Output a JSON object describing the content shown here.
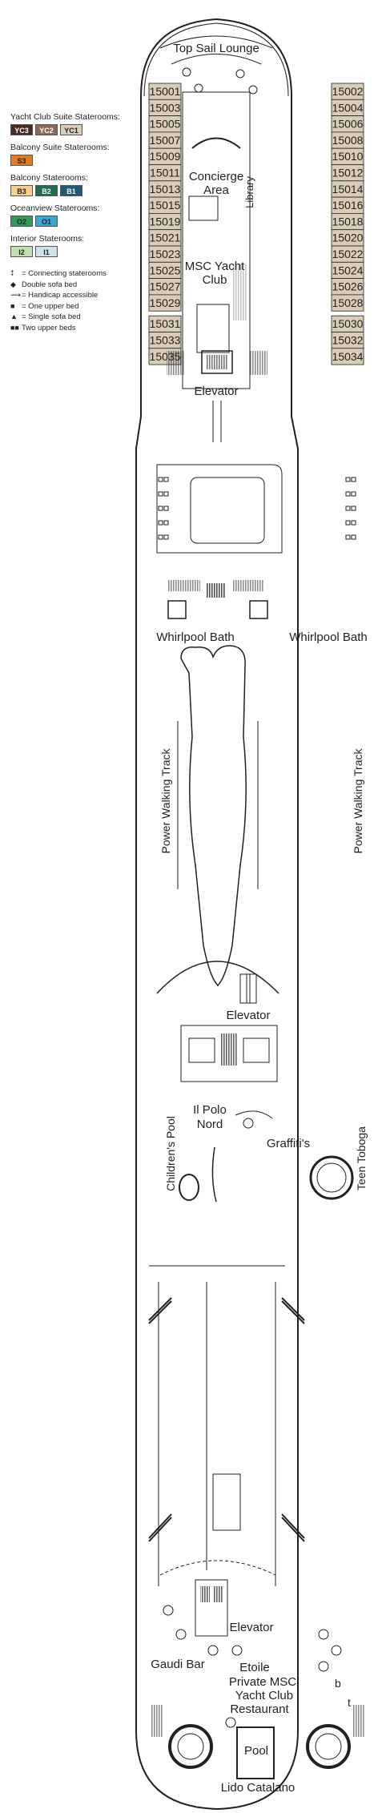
{
  "legend": {
    "groups": [
      {
        "title": "Yacht Club Suite Staterooms:",
        "chips": [
          {
            "label": "YC3",
            "bg": "#4a2a22",
            "fg": "#ffffff"
          },
          {
            "label": "YC2",
            "bg": "#8c6a58",
            "fg": "#ffffff"
          },
          {
            "label": "YC1",
            "bg": "#d9cdb8",
            "fg": "#231f20"
          }
        ]
      },
      {
        "title": "Balcony Suite Staterooms:",
        "chips": [
          {
            "label": "S3",
            "bg": "#e07d22",
            "fg": "#231f20"
          }
        ]
      },
      {
        "title": "Balcony Staterooms:",
        "chips": [
          {
            "label": "B3",
            "bg": "#f3cf8a",
            "fg": "#231f20"
          },
          {
            "label": "B2",
            "bg": "#1f6b58",
            "fg": "#ffffff"
          },
          {
            "label": "B1",
            "bg": "#1e5a73",
            "fg": "#ffffff"
          }
        ]
      },
      {
        "title": "Oceanview Staterooms:",
        "chips": [
          {
            "label": "O2",
            "bg": "#2e9c5a",
            "fg": "#231f20"
          },
          {
            "label": "O1",
            "bg": "#3aa7d6",
            "fg": "#231f20"
          }
        ]
      },
      {
        "title": "Interior Staterooms:",
        "chips": [
          {
            "label": "I2",
            "bg": "#bfe0b0",
            "fg": "#231f20"
          },
          {
            "label": "I1",
            "bg": "#cfe3ef",
            "fg": "#231f20"
          }
        ]
      }
    ],
    "symbols": [
      {
        "glyph": "⭥",
        "label": "= Connecting staterooms"
      },
      {
        "glyph": "◆",
        "label": "Double sofa bed"
      },
      {
        "glyph": "⟿",
        "label": "= Handicap accessible"
      },
      {
        "glyph": "■",
        "label": "= One upper bed"
      },
      {
        "glyph": "▲",
        "label": "= Single sofa bed"
      },
      {
        "glyph": "■■",
        "label": "Two upper beds"
      }
    ]
  },
  "deck": {
    "cabins_left": [
      "15001",
      "15003",
      "15005",
      "15007",
      "15009",
      "15011",
      "15013",
      "15015",
      "15019",
      "15021",
      "15023",
      "15025",
      "15027",
      "15029",
      "15031",
      "15033",
      "15035"
    ],
    "cabins_right": [
      "15002",
      "15004",
      "15006",
      "15008",
      "15010",
      "15012",
      "15014",
      "15016",
      "15018",
      "15020",
      "15022",
      "15024",
      "15026",
      "15028",
      "15030",
      "15032",
      "15034"
    ],
    "cabin_fill": "#d9cdb8",
    "labels": {
      "top_sail_lounge": "Top Sail Lounge",
      "concierge_1": "Concierge",
      "concierge_2": "Area",
      "library": "Library",
      "msc_yacht_club_1": "MSC Yacht",
      "msc_yacht_club_2": "Club",
      "elevator_fwd": "Elevator",
      "whirlpool_left": "Whirlpool Bath",
      "whirlpool_right": "Whirlpool Bath",
      "power_walking_left": "Power Walking Track",
      "power_walking_right": "Power Walking Track",
      "elevator_mid": "Elevator",
      "il_polo_nord_1": "Il Polo",
      "il_polo_nord_2": "Nord",
      "graffitis": "Graffiti's",
      "childrens_pool": "Children's Pool",
      "teen_toboga": "Teen Toboga",
      "elevator_aft": "Elevator",
      "gaudi_bar": "Gaudi Bar",
      "etoile_1": "Etoile",
      "etoile_2": "Private MSC",
      "etoile_3": "Yacht Club",
      "etoile_4": "Restaurant",
      "pool": "Pool",
      "lido_catalano": "Lido Catalano",
      "b": "b",
      "t": "t"
    }
  }
}
